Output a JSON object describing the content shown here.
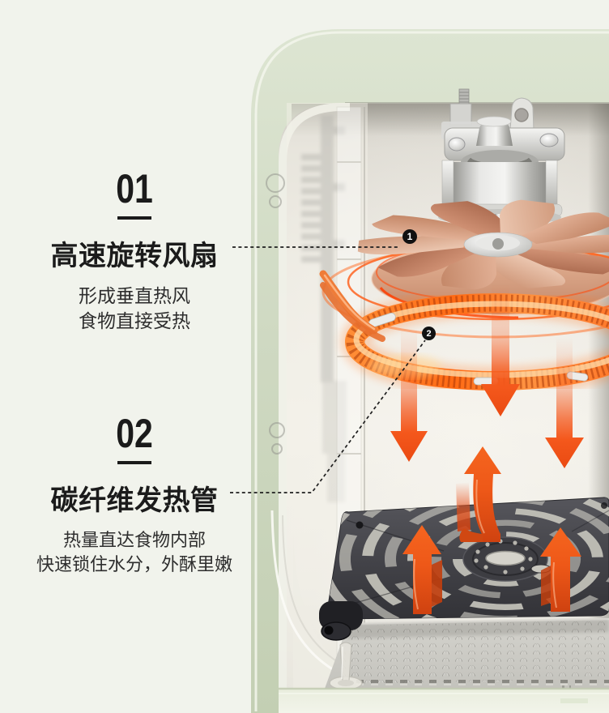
{
  "page": {
    "background_color": "#f1f3ec"
  },
  "annotations": [
    {
      "index": "01",
      "title": "高速旋转风扇",
      "lines": [
        "形成垂直热风",
        "食物直接受热"
      ],
      "marker": "1"
    },
    {
      "index": "02",
      "title": "碳纤维发热管",
      "lines": [
        "热量直达食物内部",
        "快速锁住水分，外酥里嫩"
      ],
      "marker": "2"
    }
  ],
  "colors": {
    "background": "#f1f3ec",
    "body_green": "#cfd9c2",
    "accent_orange": "#f4581c",
    "coil_orange": "#ff6a14",
    "fan_copper": "#d8a184",
    "grill_dark": "#3e3e43",
    "badge_black": "#111111",
    "text_dark": "#1c1c1c"
  }
}
